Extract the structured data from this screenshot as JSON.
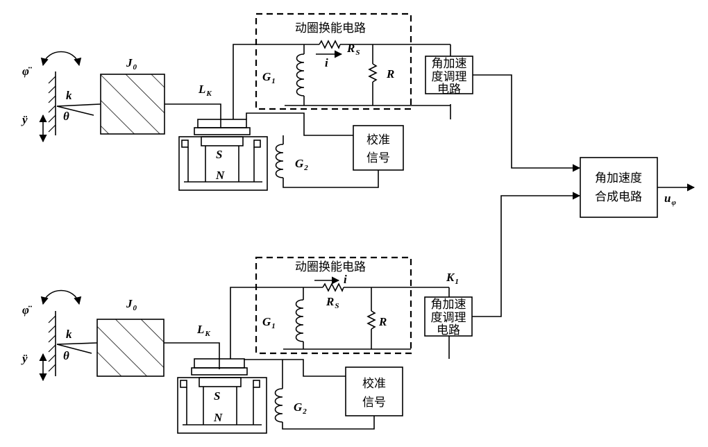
{
  "labels": {
    "transducer_title": "动圈换能电路",
    "conditioner_line1": "角加速",
    "conditioner_line2": "度调理",
    "conditioner_line3": "电路",
    "calib_line1": "校准",
    "calib_line2": "信号",
    "synth_line1": "角加速度",
    "synth_line2": "合成电路",
    "phi_ddot": "φ̈",
    "y_ddot": "ÿ",
    "k": "k",
    "theta": "θ",
    "J": "J",
    "J_sub": "0",
    "L": "L",
    "L_sub": "K",
    "G": "G",
    "G1_sub": "1",
    "G2_sub": "2",
    "R": "R",
    "R_S": "R",
    "R_S_sub": "S",
    "i": "i",
    "S": "S",
    "N": "N",
    "K": "K",
    "K_sub": "1",
    "u": "u",
    "u_sub": "φ"
  }
}
